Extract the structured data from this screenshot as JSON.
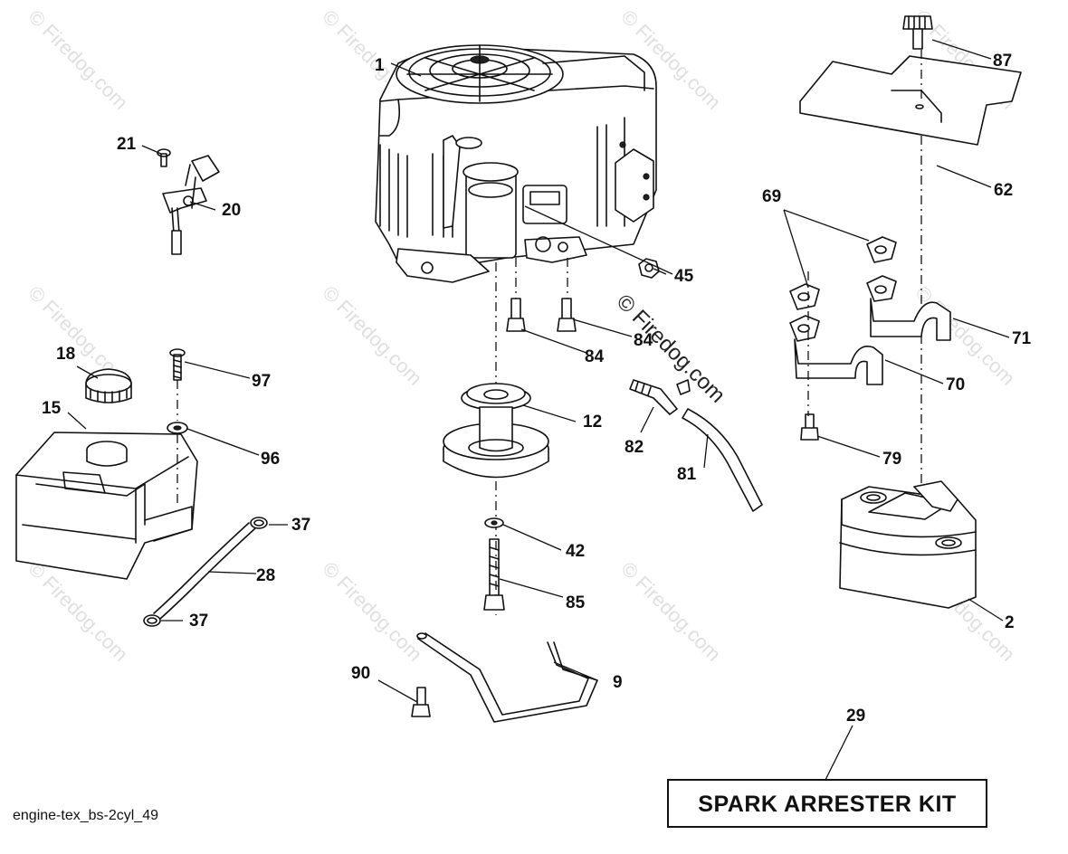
{
  "caption": "engine-tex_bs-2cyl_49",
  "kit_label": "SPARK ARRESTER KIT",
  "watermark": "© Firedog.com",
  "callouts": {
    "c1": "1",
    "c2": "2",
    "c9": "9",
    "c12": "12",
    "c15": "15",
    "c18": "18",
    "c20": "20",
    "c21": "21",
    "c28": "28",
    "c29": "29",
    "c37a": "37",
    "c37b": "37",
    "c42": "42",
    "c45": "45",
    "c62": "62",
    "c69": "69",
    "c70": "70",
    "c71": "71",
    "c79": "79",
    "c81": "81",
    "c82": "82",
    "c84a": "84",
    "c84b": "84",
    "c85": "85",
    "c87": "87",
    "c90": "90",
    "c96": "96",
    "c97": "97"
  }
}
